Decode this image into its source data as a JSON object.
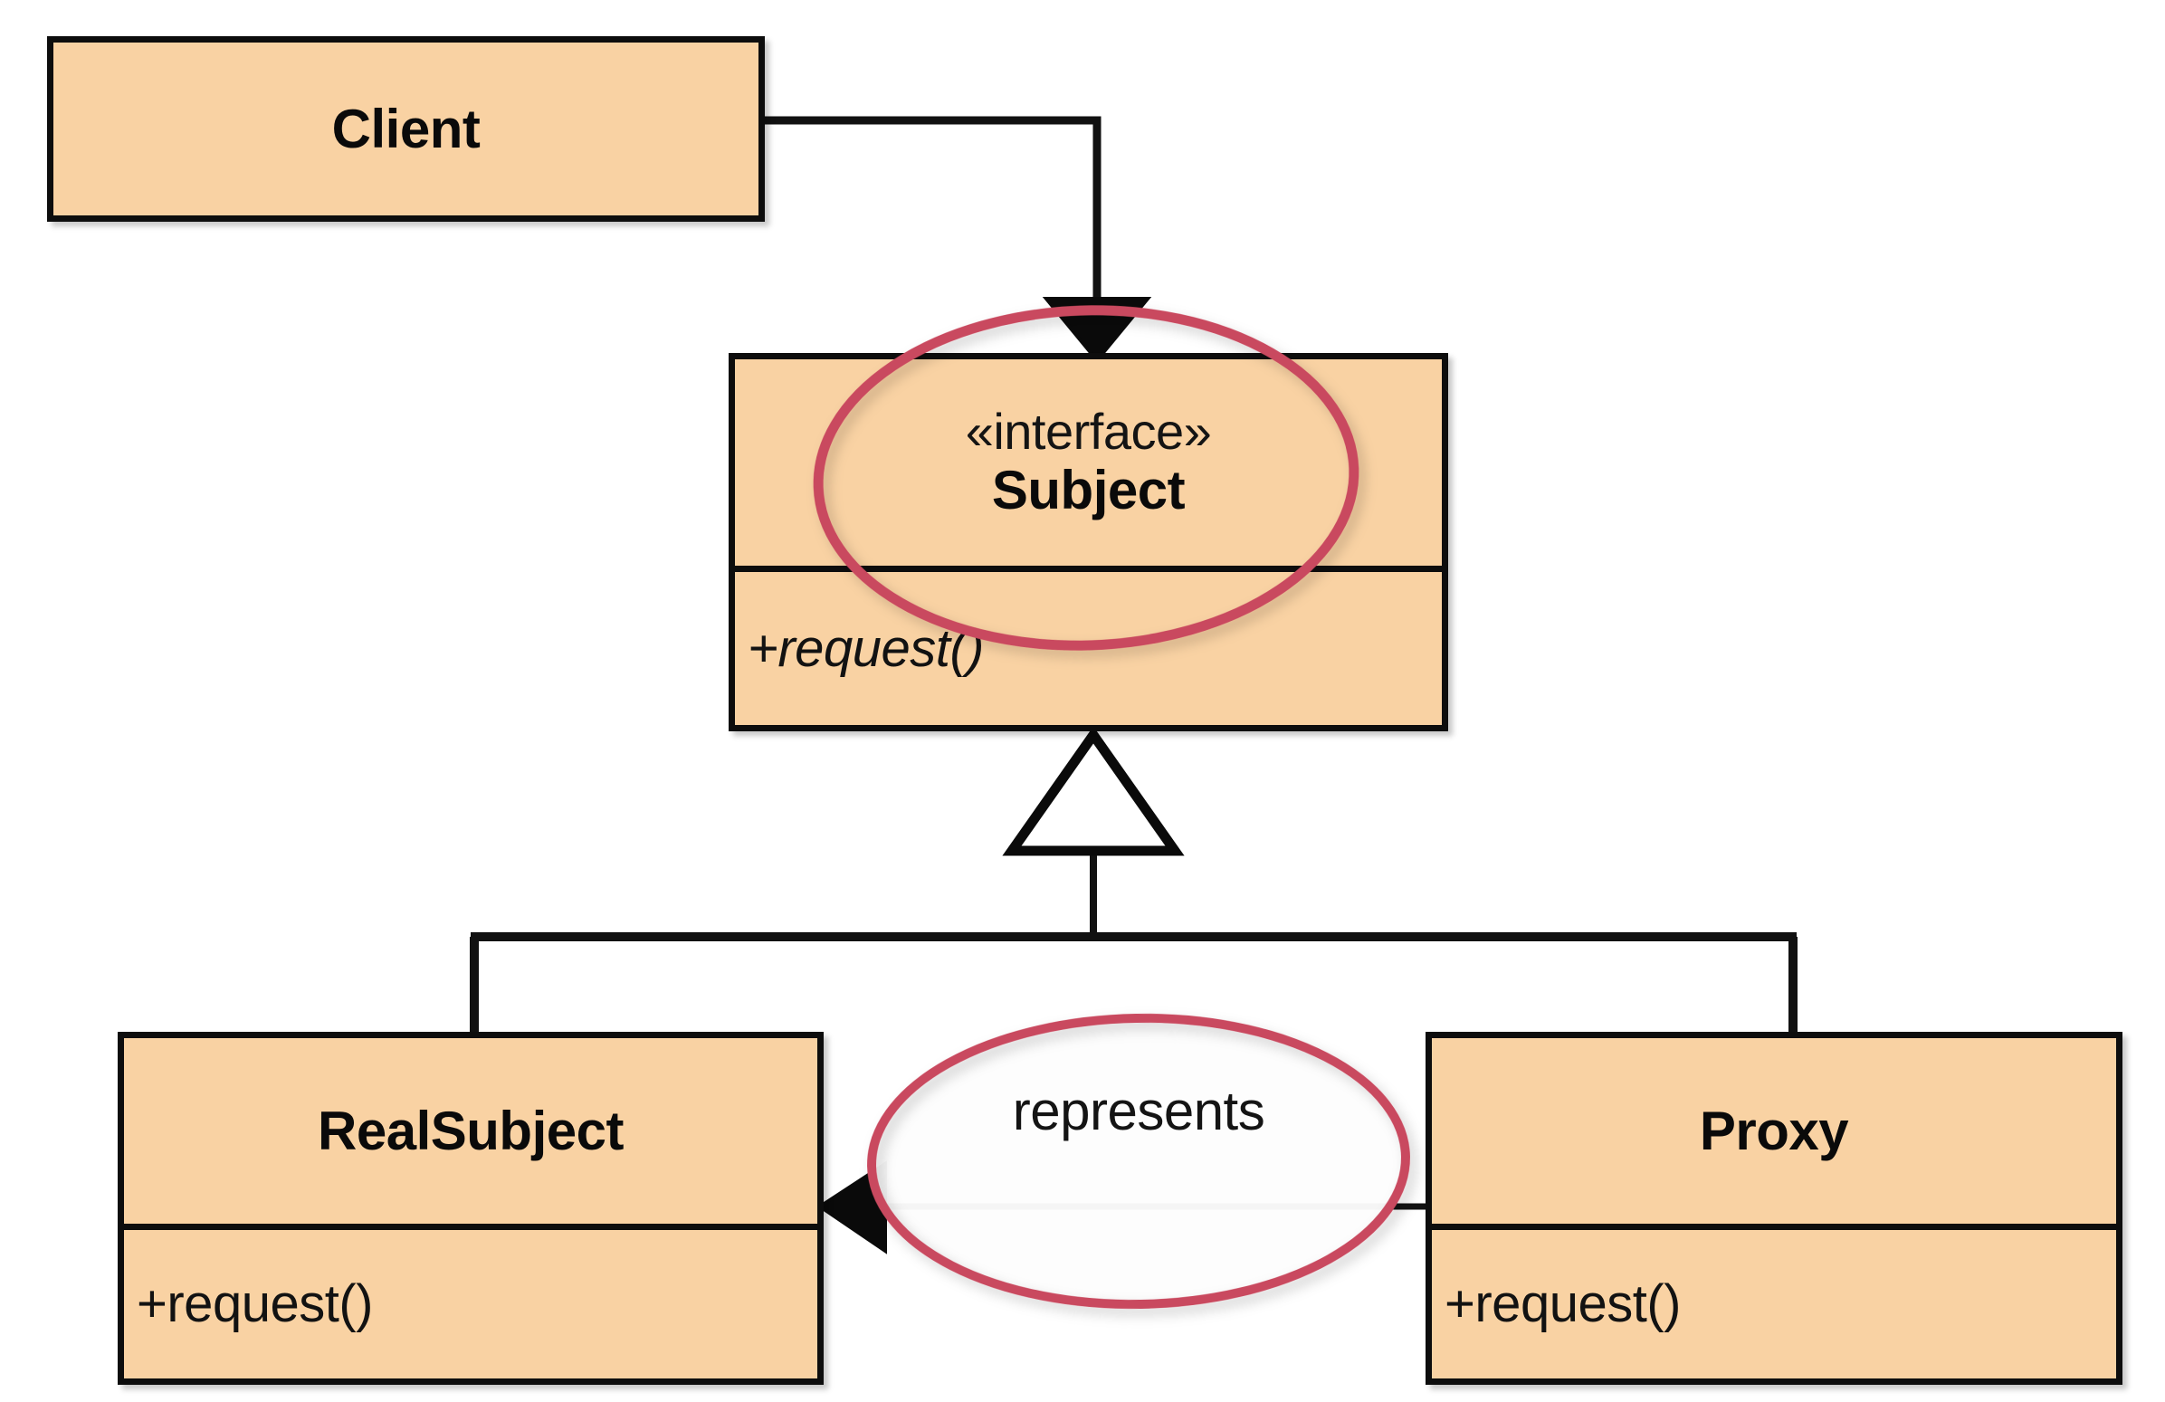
{
  "diagram": {
    "kind": "uml-class-diagram",
    "pattern_name": "Proxy",
    "background_color": "#ffffff",
    "box_fill_color": "#f9d2a3",
    "box_border_color": "#0d0d0d",
    "annotation_color": "#c94a5e",
    "line_color": "#111111"
  },
  "classes": {
    "client": {
      "name": "Client",
      "stereotype": "",
      "members": []
    },
    "subject": {
      "name": "Subject",
      "stereotype": "«interface»",
      "members": [
        {
          "signature": "+request()",
          "abstract": true
        }
      ]
    },
    "real_subject": {
      "name": "RealSubject",
      "stereotype": "",
      "members": [
        {
          "signature": "+request()",
          "abstract": false
        }
      ]
    },
    "proxy": {
      "name": "Proxy",
      "stereotype": "",
      "members": [
        {
          "signature": "+request()",
          "abstract": false
        }
      ]
    }
  },
  "relationships": {
    "client_to_subject": {
      "from": "Client",
      "to": "Subject",
      "type": "association",
      "arrowhead": "filled-triangle",
      "label": ""
    },
    "realsubject_to_subject": {
      "from": "RealSubject",
      "to": "Subject",
      "type": "generalization",
      "arrowhead": "hollow-triangle",
      "label": ""
    },
    "proxy_to_subject": {
      "from": "Proxy",
      "to": "Subject",
      "type": "generalization",
      "arrowhead": "hollow-triangle",
      "label": ""
    },
    "proxy_to_realsubject": {
      "from": "Proxy",
      "to": "RealSubject",
      "type": "association",
      "arrowhead": "filled-triangle",
      "label": "represents"
    }
  },
  "annotations": [
    {
      "id": "subject-highlight",
      "shape": "ellipse",
      "target": "Subject",
      "text": "",
      "color": "#c94a5e"
    },
    {
      "id": "represents-highlight",
      "shape": "ellipse",
      "target": "represents",
      "text": "represents",
      "color": "#c94a5e"
    }
  ]
}
